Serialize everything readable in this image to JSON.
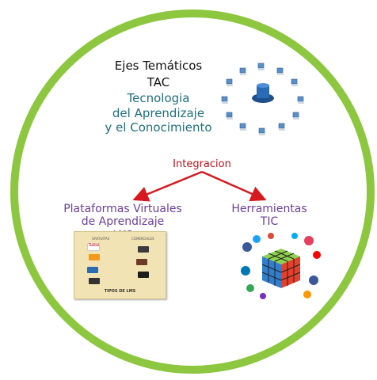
{
  "header": {
    "line1": "Ejes Temáticos",
    "line2": "TAC",
    "line3": "Tecnologia",
    "line4": "del Aprendizaje",
    "line5": "y el Conocimiento"
  },
  "center": {
    "integration_label": "Integracion"
  },
  "left_branch": {
    "line1": "Plataformas Virtuales",
    "line2": "de Aprendizaje",
    "line3": "LMS",
    "image": {
      "col1": "GRATUITAS",
      "col2": "COMERCIALES",
      "footer": "TIPOS DE LMS",
      "logo_sakai": "Sakai",
      "logo_moodle": "m"
    }
  },
  "right_branch": {
    "line1": "Herramientas",
    "line2": "TIC"
  },
  "colors": {
    "ring": "#8dc63f",
    "arrow": "#d7191f",
    "purple": "#6a3d9a",
    "teal": "#1f6f7d"
  },
  "icons": [
    "network-computers-icon",
    "social-media-cube-icon",
    "lms-platforms-image"
  ]
}
